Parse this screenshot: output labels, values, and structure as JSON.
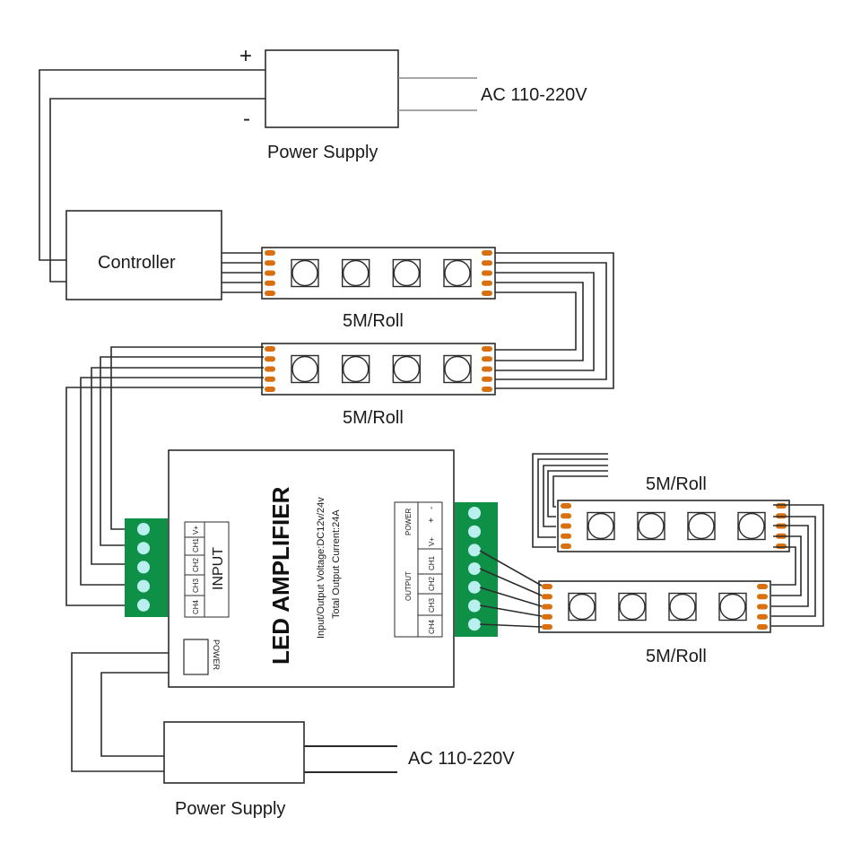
{
  "diagram": {
    "title": "LED Amplifier wiring diagram",
    "top_power_supply": {
      "label": "Power Supply",
      "plus_label": "+",
      "minus_label": "-",
      "ac_label": "AC 110-220V"
    },
    "controller": {
      "label": "Controller"
    },
    "strips": [
      {
        "label": "5M/Roll",
        "leds": 4,
        "pads_per_side": 5
      },
      {
        "label": "5M/Roll",
        "leds": 4,
        "pads_per_side": 5
      },
      {
        "label": "5M/Roll",
        "leds": 4,
        "pads_per_side": 5
      },
      {
        "label": "5M/Roll",
        "leds": 4,
        "pads_per_side": 5
      }
    ],
    "amplifier": {
      "title": "LED AMPLIFIER",
      "spec_voltage": "Input/Output Voltage:DC12v/24v",
      "spec_current": "Total Output Current:24A",
      "input_label": "INPUT",
      "input_channels": [
        "V+",
        "CH1",
        "CH2",
        "CH3",
        "CH4"
      ],
      "output_label": "OUTPUT",
      "output_power_label": "POWER",
      "output_channels": [
        "V+",
        "CH1",
        "CH2",
        "CH3",
        "CH4"
      ],
      "power_terminals": [
        "+",
        "-"
      ],
      "power_switch_label": "POWER",
      "input_terminal_pins": 5,
      "output_terminal_pins": 7
    },
    "bottom_power_supply": {
      "label": "Power Supply",
      "ac_label": "AC 110-220V"
    },
    "colors": {
      "pad": "#d9700f",
      "terminal_block": "#0e9147",
      "terminal_pin": "#b9efee",
      "line": "#2b2b2b"
    }
  }
}
